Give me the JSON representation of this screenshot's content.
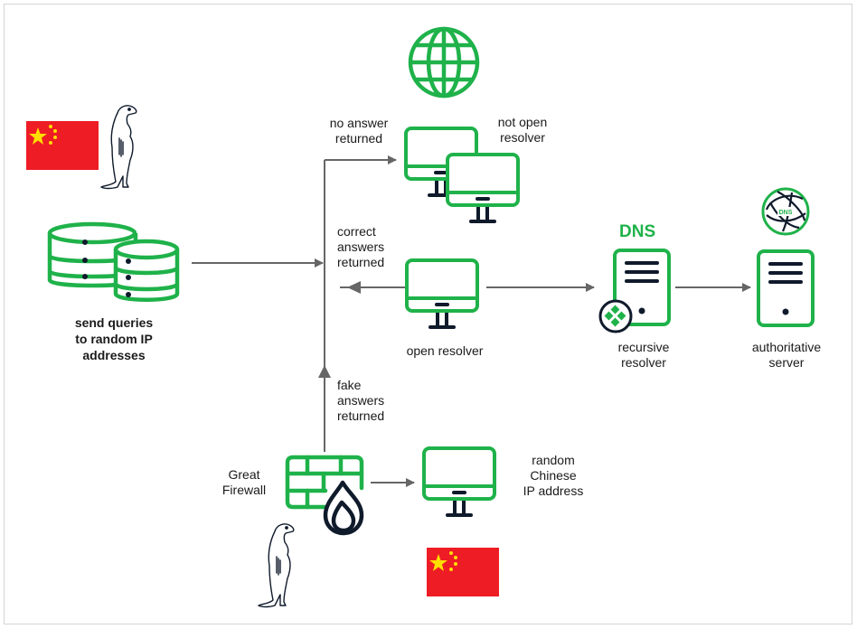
{
  "colors": {
    "accent_green": "#1fb24a",
    "dark_navy": "#0f1a2b",
    "arrow_grey": "#666666",
    "flag_red": "#ee1c25",
    "flag_yellow": "#ffde00",
    "frame_border": "#d4d4d4"
  },
  "labels": {
    "scanner": "send queries\nto random IP\naddresses",
    "no_answer": "no answer\nreturned",
    "not_open_resolver": "not open\nresolver",
    "correct_answers": "correct\nanswers\nreturned",
    "open_resolver": "open resolver",
    "dns_title": "DNS",
    "recursive_resolver": "recursive\nresolver",
    "authoritative_server": "authoritative\nserver",
    "dns_badge": "DNS",
    "fake_answers": "fake\nanswers\nreturned",
    "great_firewall": "Great\nFirewall",
    "random_chinese_ip": "random\nChinese\nIP address"
  },
  "icons": {
    "globe": "globe-icon",
    "database": "database-icon",
    "monitor": "monitor-icon",
    "server": "server-icon",
    "firewall": "firewall-icon",
    "flame": "flame-icon",
    "flag": "china-flag-icon",
    "meerkat": "meerkat-icon",
    "dns_network": "dns-network-icon",
    "resolver_badge": "diamond-badge-icon"
  }
}
